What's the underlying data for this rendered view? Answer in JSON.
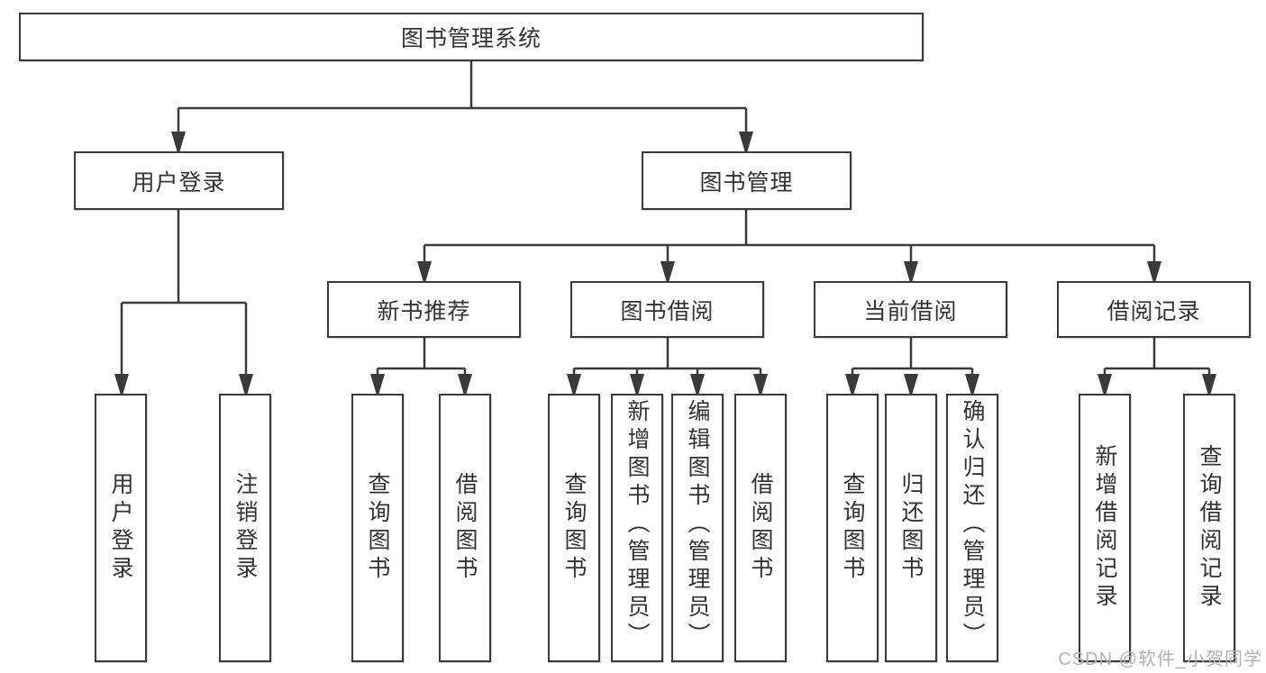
{
  "root": {
    "label": "图书管理系统"
  },
  "branches": {
    "user": {
      "label": "用户登录",
      "children": [
        "用户登录",
        "注销登录"
      ]
    },
    "book": {
      "label": "图书管理",
      "sections": [
        {
          "label": "新书推荐",
          "children": [
            "查询图书",
            "借阅图书"
          ]
        },
        {
          "label": "图书借阅",
          "children": [
            "查询图书",
            "新增图书（管理员）",
            "编辑图书（管理员）",
            "借阅图书"
          ]
        },
        {
          "label": "当前借阅",
          "children": [
            "查询图书",
            "归还图书",
            "确认归还（管理员）"
          ]
        },
        {
          "label": "借阅记录",
          "children": [
            "新增借阅记录",
            "查询借阅记录"
          ]
        }
      ]
    }
  },
  "watermark": "CSDN @软件_小贺同学",
  "colors": {
    "line": "#3a3a3a",
    "border": "#3a3a3a",
    "text": "#333333",
    "background": "#ffffff",
    "watermark": "#b8b0b0"
  }
}
